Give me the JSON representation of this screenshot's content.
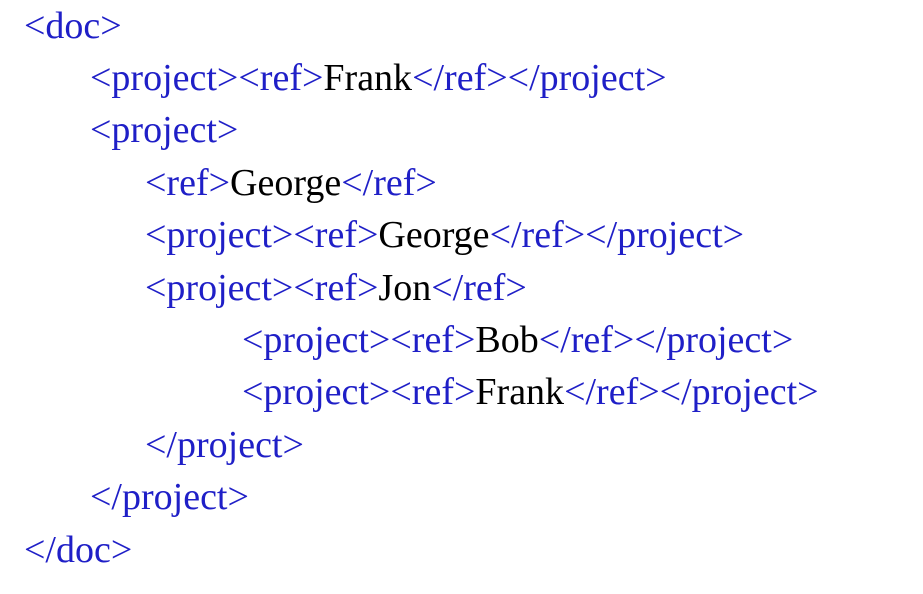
{
  "colors": {
    "tag": "#1f1fc7",
    "text": "#000000"
  },
  "lines": [
    {
      "indent": 0,
      "segments": [
        {
          "kind": "tag",
          "text": "<doc>"
        }
      ]
    },
    {
      "indent": 1,
      "segments": [
        {
          "kind": "tag",
          "text": "<project><ref>"
        },
        {
          "kind": "text",
          "text": "Frank"
        },
        {
          "kind": "tag",
          "text": "</ref></project>"
        }
      ]
    },
    {
      "indent": 1,
      "segments": [
        {
          "kind": "tag",
          "text": "<project>"
        }
      ]
    },
    {
      "indent": 2,
      "segments": [
        {
          "kind": "tag",
          "text": "<ref>"
        },
        {
          "kind": "text",
          "text": "George"
        },
        {
          "kind": "tag",
          "text": "</ref>"
        }
      ]
    },
    {
      "indent": 2,
      "segments": [
        {
          "kind": "tag",
          "text": "<project><ref>"
        },
        {
          "kind": "text",
          "text": "George"
        },
        {
          "kind": "tag",
          "text": "</ref></project>"
        }
      ]
    },
    {
      "indent": 2,
      "segments": [
        {
          "kind": "tag",
          "text": "<project><ref>"
        },
        {
          "kind": "text",
          "text": "Jon"
        },
        {
          "kind": "tag",
          "text": "</ref>"
        }
      ]
    },
    {
      "indent": 3,
      "segments": [
        {
          "kind": "tag",
          "text": "<project><ref>"
        },
        {
          "kind": "text",
          "text": "Bob"
        },
        {
          "kind": "tag",
          "text": "</ref></project>"
        }
      ]
    },
    {
      "indent": 3,
      "segments": [
        {
          "kind": "tag",
          "text": "<project><ref>"
        },
        {
          "kind": "text",
          "text": "Frank"
        },
        {
          "kind": "tag",
          "text": "</ref></project>"
        }
      ]
    },
    {
      "indent": 2,
      "segments": [
        {
          "kind": "tag",
          "text": "</project>"
        }
      ]
    },
    {
      "indent": 1,
      "segments": [
        {
          "kind": "tag",
          "text": "</project>"
        }
      ]
    },
    {
      "indent": 0,
      "segments": [
        {
          "kind": "tag",
          "text": "</doc>"
        }
      ]
    }
  ]
}
